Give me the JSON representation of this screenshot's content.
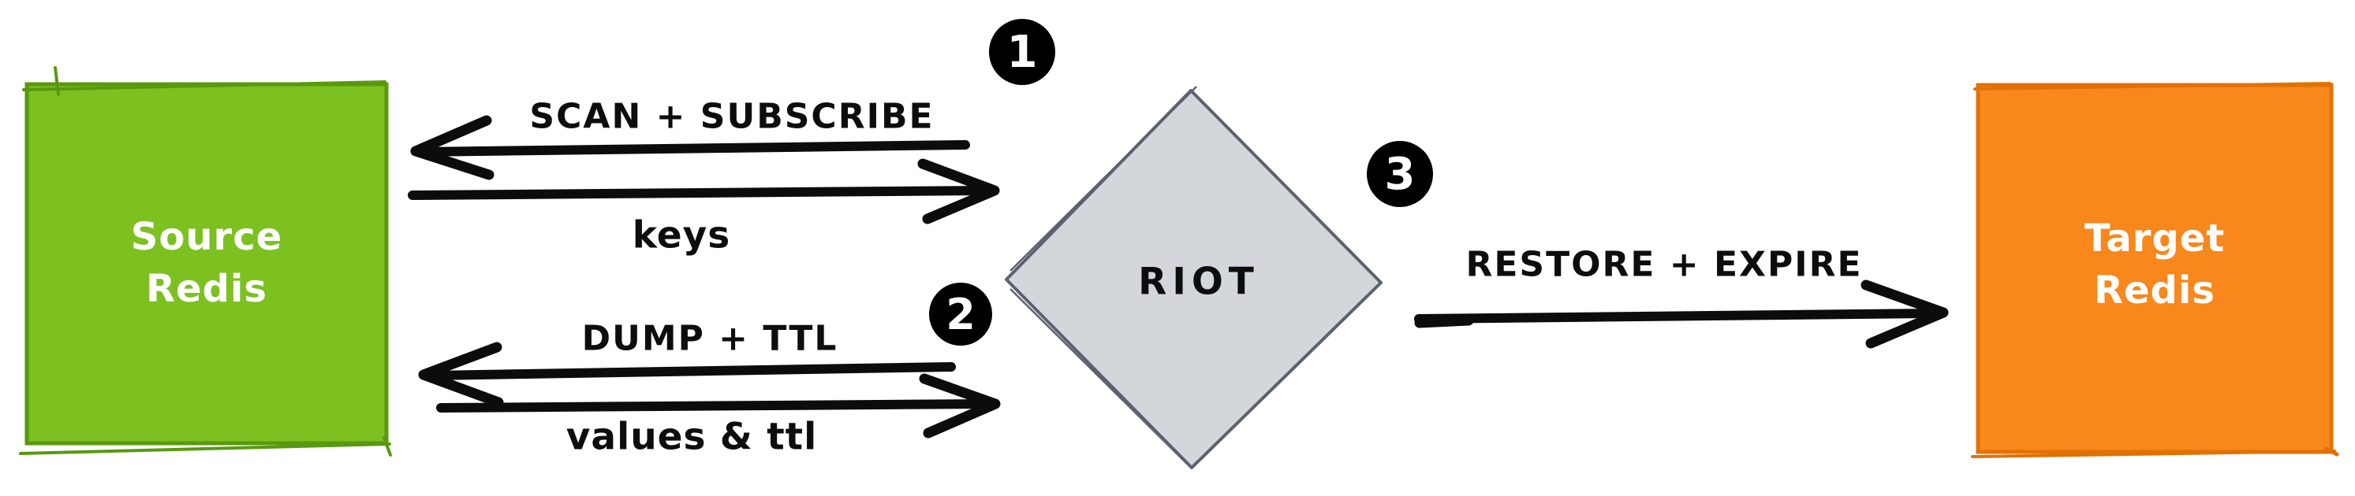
{
  "nodes": {
    "source": {
      "line1": "Source",
      "line2": "Redis"
    },
    "riot": {
      "label": "RIOT"
    },
    "target": {
      "line1": "Target",
      "line2": "Redis"
    }
  },
  "steps": [
    {
      "number": "1",
      "command": "SCAN + SUBSCRIBE",
      "payload": "keys"
    },
    {
      "number": "2",
      "command": "DUMP + TTL",
      "payload": "values & ttl"
    },
    {
      "number": "3",
      "command": "RESTORE + EXPIRE"
    }
  ],
  "colors": {
    "source_fill": "#7cc120",
    "source_border": "#58990f",
    "target_fill": "#f8871c",
    "target_border": "#e17102",
    "riot_fill": "#d3d7dc",
    "riot_border": "#5b626d",
    "badge": "#000000",
    "arrow": "#0c0c0c"
  }
}
